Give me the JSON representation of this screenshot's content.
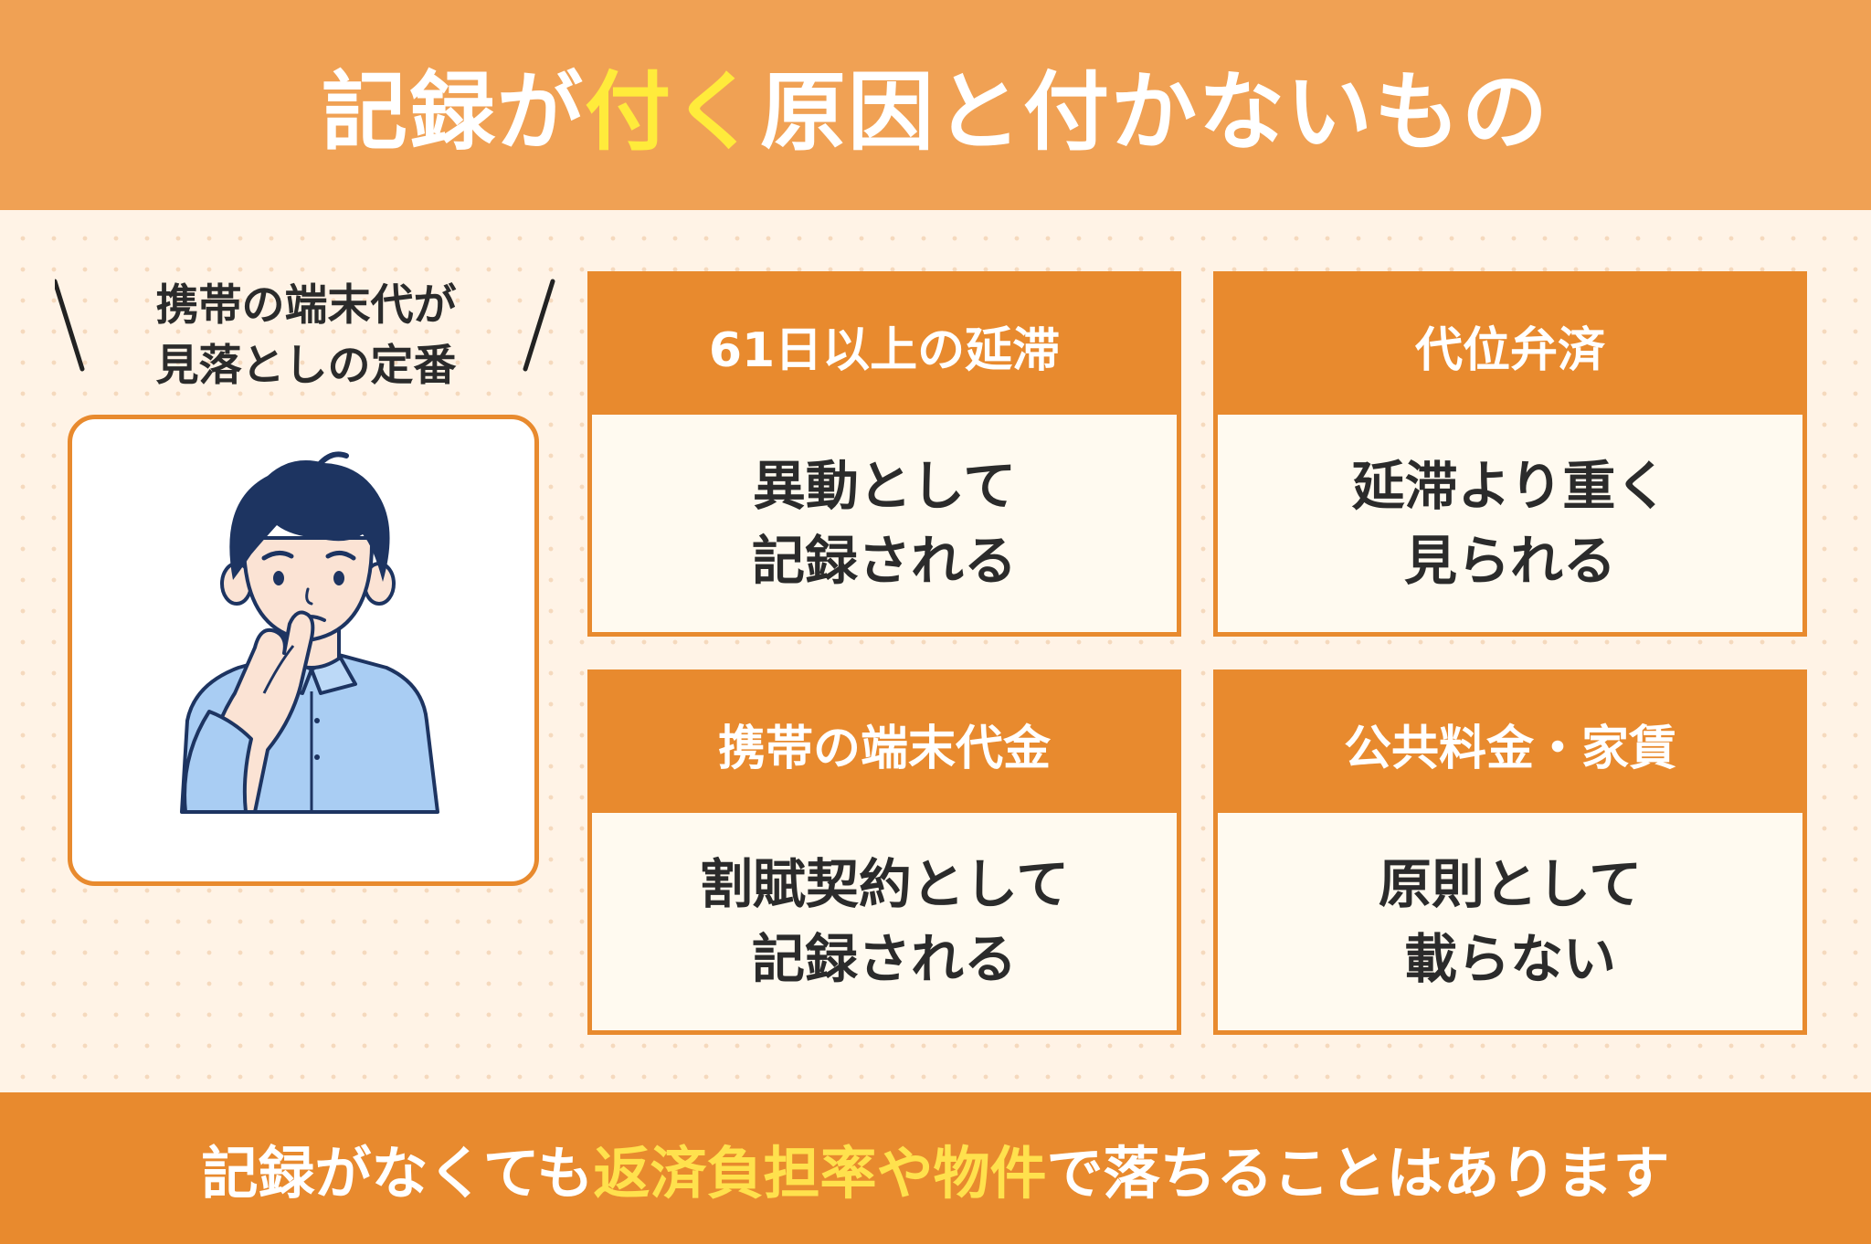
{
  "header": {
    "title_part1": "記録が",
    "title_highlight": "付く",
    "title_part2": "原因と付かないもの"
  },
  "callout": {
    "line1": "携帯の端末代が",
    "line2": "見落としの定番"
  },
  "illustration": {
    "icon": "worried-man-icon"
  },
  "cards": [
    {
      "title": "61日以上の延滞",
      "line1": "異動として",
      "line2": "記録される"
    },
    {
      "title": "代位弁済",
      "line1": "延滞より重く",
      "line2": "見られる"
    },
    {
      "title": "携帯の端末代金",
      "line1": "割賦契約として",
      "line2": "記録される"
    },
    {
      "title": "公共料金・家賃",
      "line1": "原則として",
      "line2": "載らない"
    }
  ],
  "footer": {
    "part1": "記録がなくても",
    "highlight": "返済負担率や物件",
    "part2": "で落ちることはあります"
  },
  "colors": {
    "header_bg": "#f0a154",
    "accent": "#e88a2e",
    "highlight_yellow": "#ffeb3b",
    "page_bg": "#fff3e6",
    "card_body_bg": "#fffaf0",
    "shirt_blue": "#a9cdf3",
    "hair_navy": "#1d3461"
  }
}
